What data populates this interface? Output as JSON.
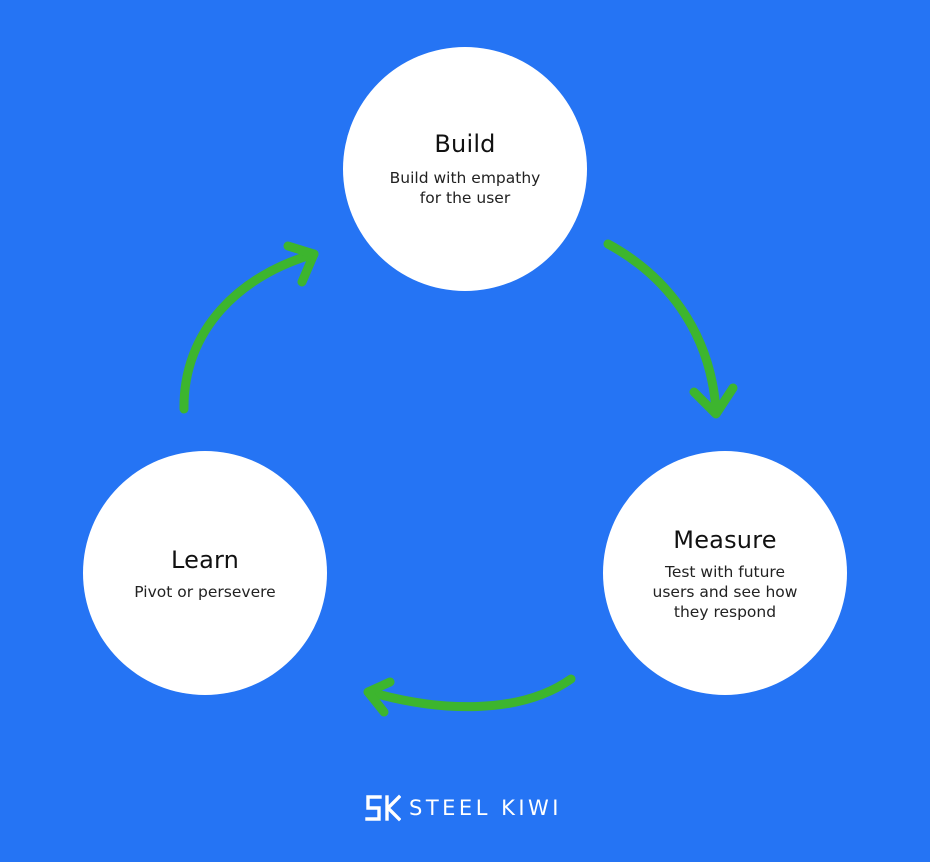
{
  "colors": {
    "background": "#2574F4",
    "node_fill": "#FFFFFF",
    "arrow": "#3DB52E",
    "text": "#111111"
  },
  "nodes": {
    "build": {
      "title": "Build",
      "desc_line1": "Build with empathy",
      "desc_line2": "for the user"
    },
    "measure": {
      "title": "Measure",
      "desc_line1": "Test with future",
      "desc_line2": "users and see how",
      "desc_line3": "they respond"
    },
    "learn": {
      "title": "Learn",
      "desc_line1": "Pivot or persevere"
    }
  },
  "edges": [
    {
      "from": "build",
      "to": "measure"
    },
    {
      "from": "measure",
      "to": "learn"
    },
    {
      "from": "learn",
      "to": "build"
    }
  ],
  "logo": {
    "text": "STEEL KIWI",
    "mark_icon": "steel-kiwi-logo-icon"
  }
}
